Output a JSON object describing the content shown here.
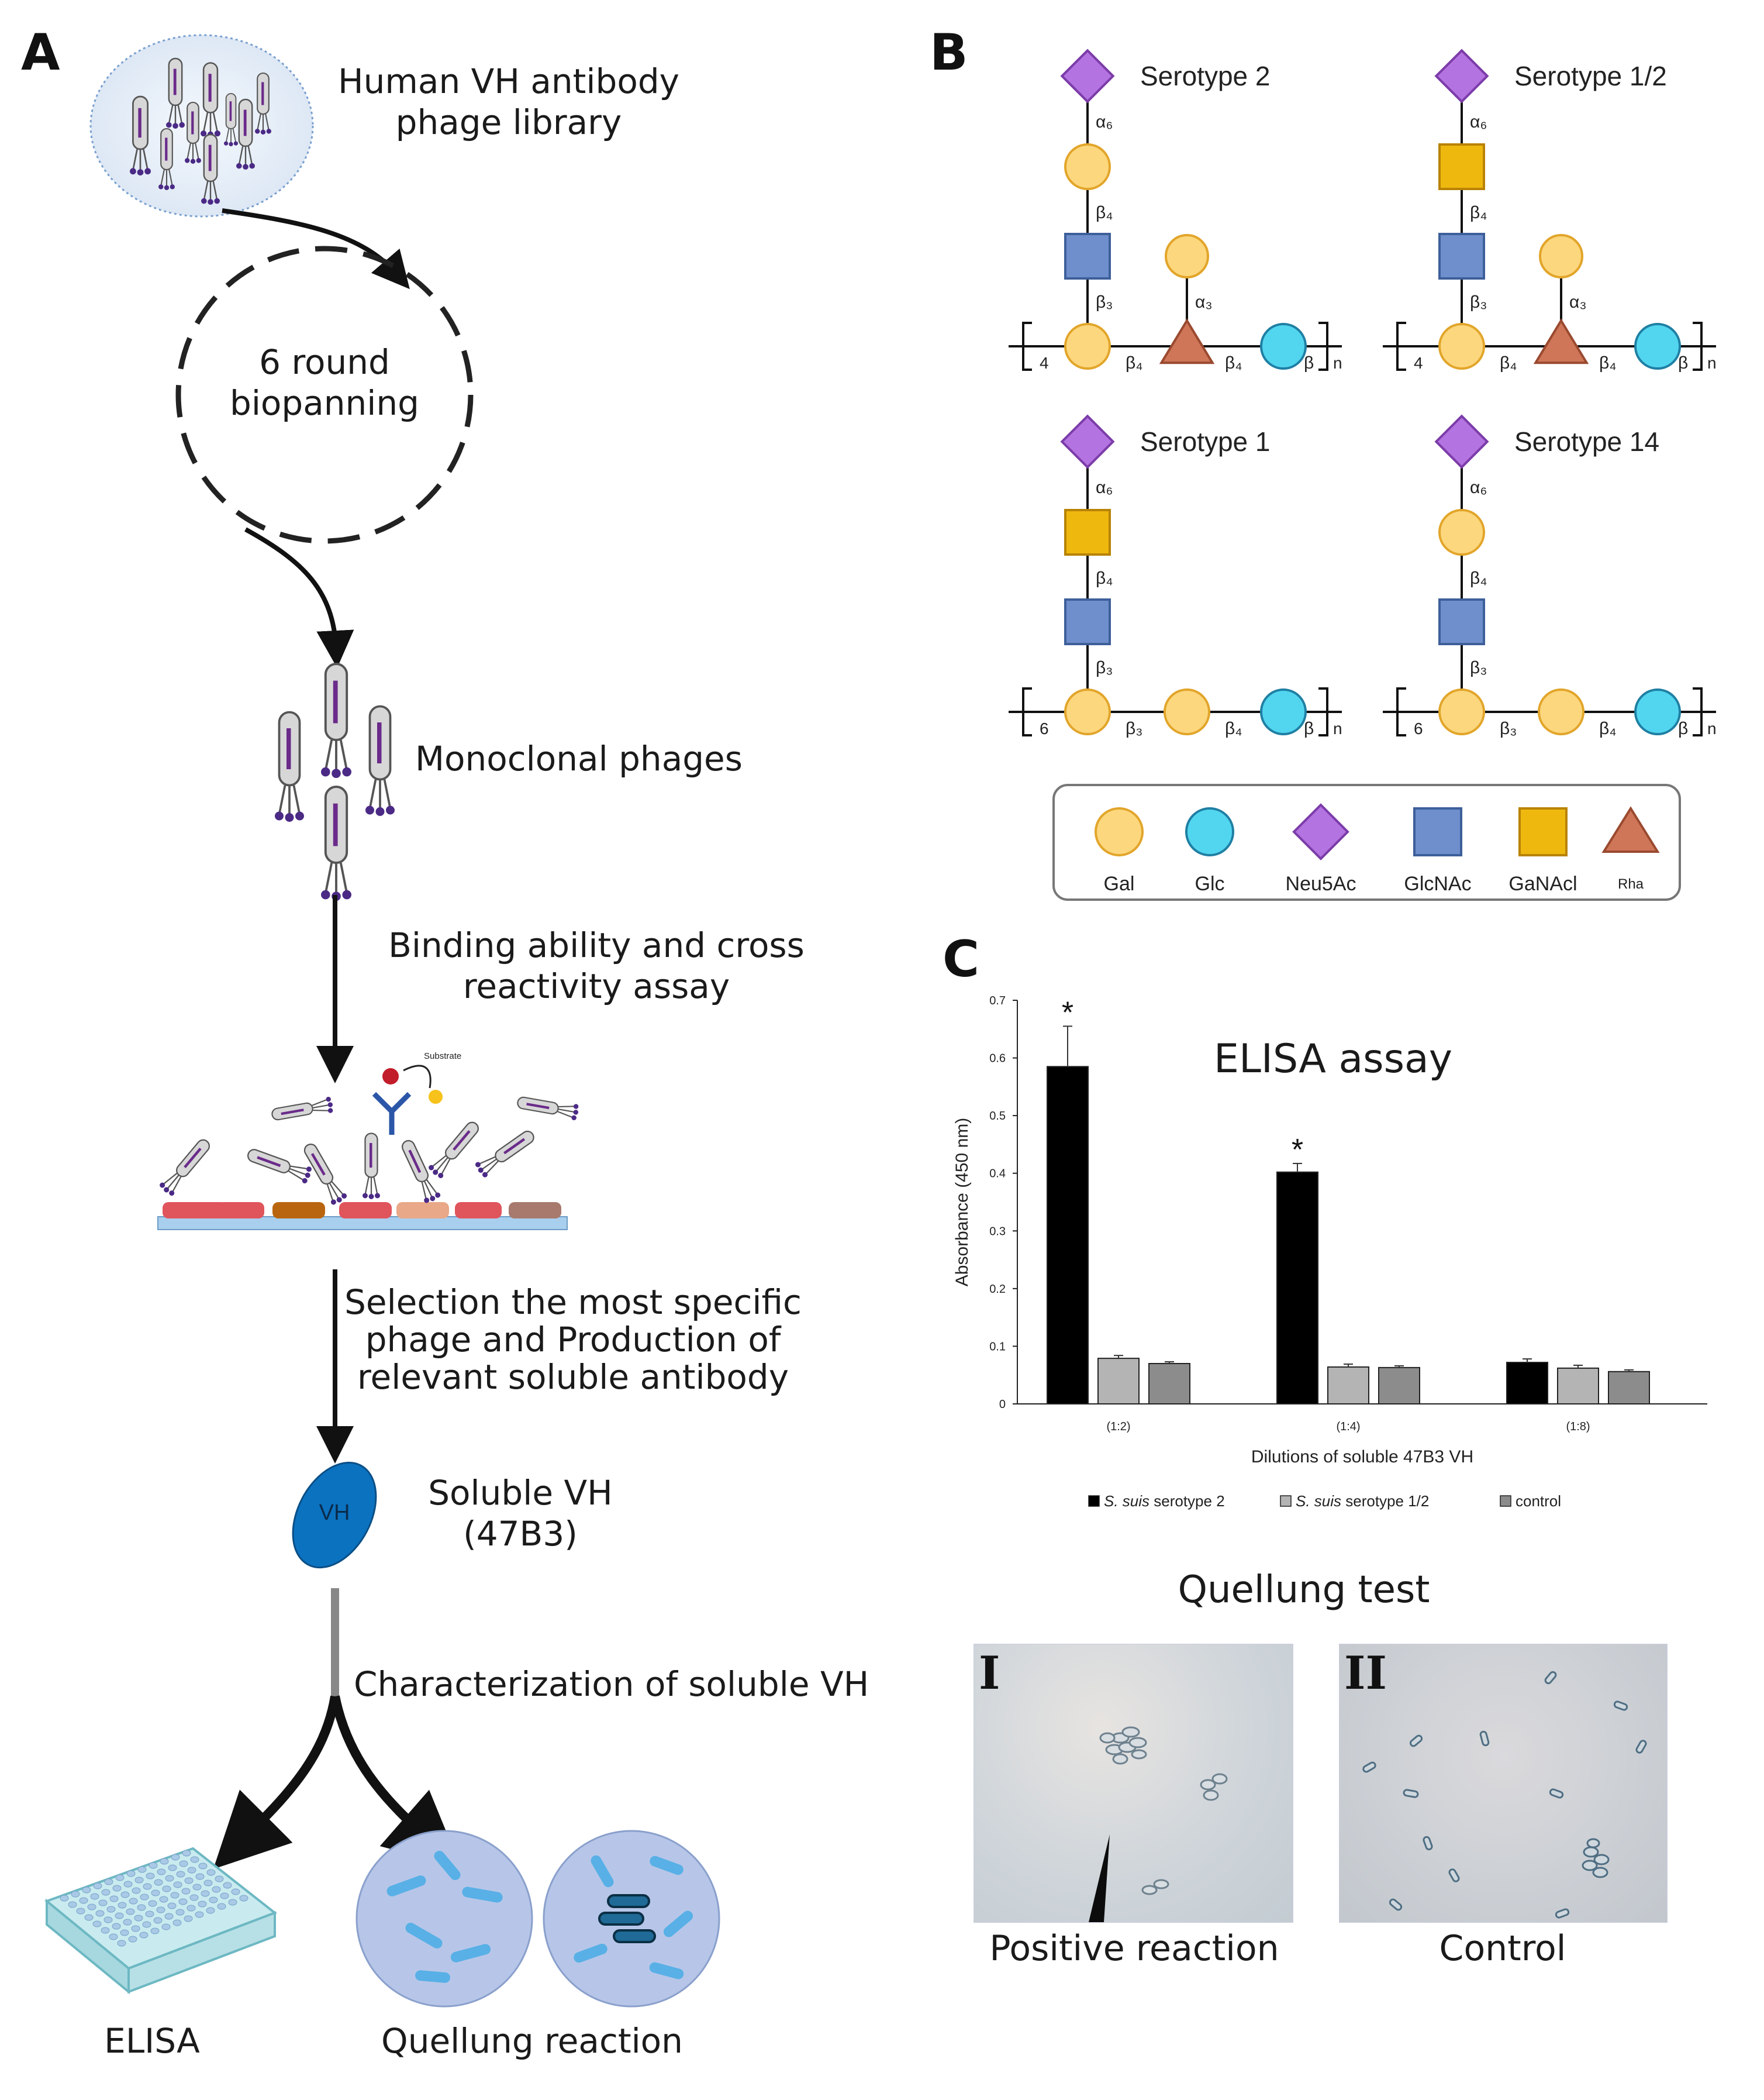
{
  "panel_a": {
    "letter": "A",
    "library_label": "Human VH antibody\nphage library",
    "biopanning_label": "6 round\nbiopanning",
    "monoclonal_label": "Monoclonal phages",
    "binding_label": "Binding ability and cross\nreactivity assay",
    "substrate_label": "Substrate",
    "selection_label": "Selection the most specific\nphage and Production of\nrelevant soluble antibody",
    "vh_icon_text": "VH",
    "soluble_label": "Soluble VH\n(47B3)",
    "characterization_label": "Characterization of soluble VH",
    "elisa_label": "ELISA",
    "quellung_label": "Quellung reaction"
  },
  "panel_b": {
    "letter": "B",
    "structures": [
      {
        "title": "Serotype 2",
        "residues": [
          "Neu5Ac",
          "Gal",
          "GlcNAc",
          "Gal",
          "Gal",
          "Rha",
          "Glc"
        ]
      },
      {
        "title": "Serotype 1/2",
        "residues": [
          "Neu5Ac",
          "GaNAcl",
          "GlcNAc",
          "Gal",
          "Gal",
          "Rha",
          "Glc"
        ]
      },
      {
        "title": "Serotype 1",
        "residues": [
          "Neu5Ac",
          "GaNAcl",
          "GlcNAc",
          "Gal",
          "Gal",
          "Glc"
        ]
      },
      {
        "title": "Serotype 14",
        "residues": [
          "Neu5Ac",
          "Gal",
          "GlcNAc",
          "Gal",
          "Gal",
          "Glc"
        ]
      }
    ],
    "linkages": {
      "a6": "α₆",
      "b4": "β₄",
      "b3": "β₃",
      "a3": "α₃",
      "b": "β",
      "n": "n",
      "four": "4",
      "six": "6"
    },
    "legend": [
      {
        "name": "Gal",
        "shape": "circle",
        "color": "#fcd77e"
      },
      {
        "name": "Glc",
        "shape": "circle",
        "color": "#52d6f0"
      },
      {
        "name": "Neu5Ac",
        "shape": "diamond",
        "color": "#b373e0"
      },
      {
        "name": "GlcNAc",
        "shape": "square",
        "color": "#6f8fcc"
      },
      {
        "name": "GaNAcl",
        "shape": "square",
        "color": "#efb80f"
      },
      {
        "name": "Rha",
        "shape": "triangle",
        "color": "#cf7658"
      }
    ]
  },
  "panel_c": {
    "letter": "C",
    "chart_title": "ELISA assay",
    "quellung_title": "Quellung test",
    "photo_labels": [
      "I",
      "II"
    ],
    "photo_captions": [
      "Positive reaction",
      "Control"
    ]
  },
  "chart_data": {
    "type": "bar",
    "title": "ELISA assay",
    "xlabel": "Dilutions of soluble 47B3 VH",
    "ylabel": "Absorbance (450 nm)",
    "ylim": [
      0,
      0.7
    ],
    "yticks": [
      "0",
      "0.1",
      "0.2",
      "0.3",
      "0.4",
      "0.5",
      "0.6",
      "0.7"
    ],
    "categories": [
      "(1:2)",
      "(1:4)",
      "(1:8)"
    ],
    "series": [
      {
        "name": "S. suis serotype 2",
        "name_italic": "S. suis",
        "name_rest": " serotype 2",
        "color": "#000000",
        "values": [
          0.585,
          0.402,
          0.072
        ],
        "errors": [
          0.07,
          0.015,
          0.006
        ]
      },
      {
        "name": "S. suis serotype 1/2",
        "name_italic": "S. suis",
        "name_rest": " serotype 1/2",
        "color": "#b4b4b4",
        "values": [
          0.079,
          0.064,
          0.062
        ],
        "errors": [
          0.005,
          0.005,
          0.005
        ]
      },
      {
        "name": "control",
        "name_italic": "",
        "name_rest": "control",
        "color": "#8c8c8c",
        "values": [
          0.07,
          0.063,
          0.056
        ],
        "errors": [
          0.003,
          0.003,
          0.003
        ]
      }
    ],
    "annotations": [
      "*",
      "*"
    ],
    "legend_position": "bottom"
  }
}
